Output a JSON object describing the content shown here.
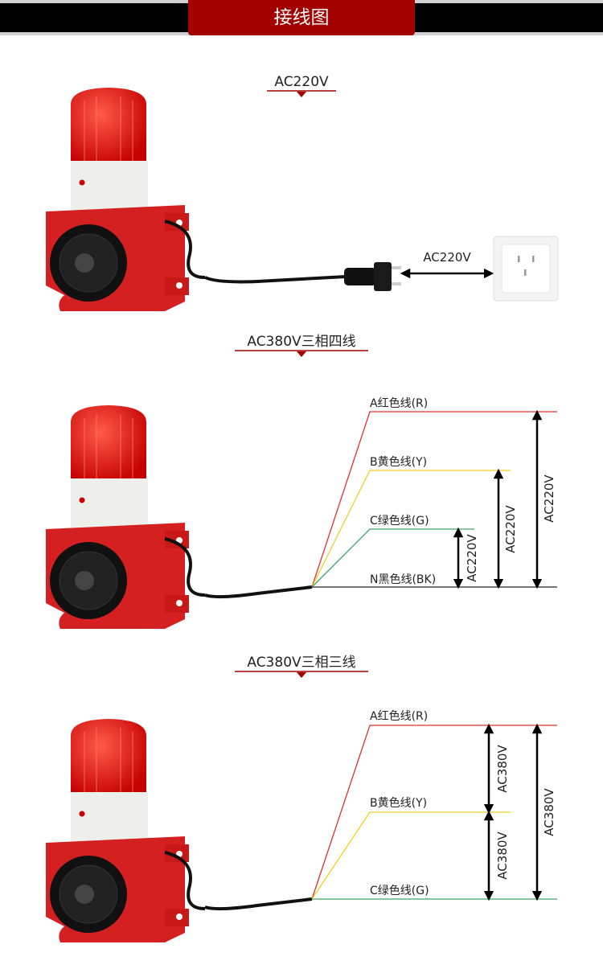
{
  "header": {
    "title": "接线图"
  },
  "sections": [
    {
      "title": "AC220V",
      "supply_label": "AC220V"
    },
    {
      "title": "AC380V三相四线",
      "wires": [
        "A红色线(R)",
        "B黄色线(Y)",
        "C绿色线(G)",
        "N黑色线(BK)"
      ],
      "voltages": [
        "AC220V",
        "AC220V",
        "AC220V"
      ]
    },
    {
      "title": "AC380V三相三线",
      "wires": [
        "A红色线(R)",
        "B黄色线(Y)",
        "C绿色线(G)"
      ],
      "voltages": [
        "AC380V",
        "AC380V",
        "AC380V"
      ]
    }
  ],
  "colors": {
    "accent": "#a30000",
    "red_wire": "#e03030",
    "yellow_wire": "#f0d020",
    "green_wire": "#3aa86a",
    "black_wire": "#222222"
  }
}
